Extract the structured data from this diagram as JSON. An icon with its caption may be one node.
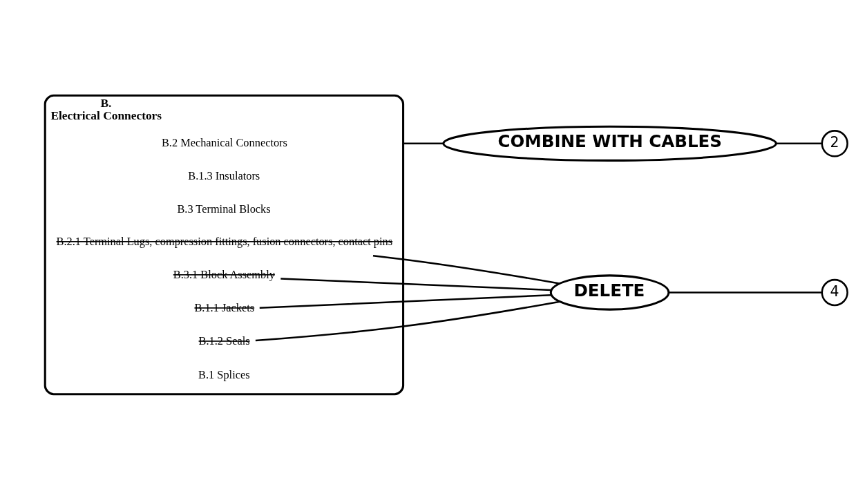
{
  "diagram": {
    "nodes": [
      {
        "text": [
          "B.",
          "Electrical Connectors"
        ]
      },
      {
        "text": [
          "B.1 Splices"
        ],
        "in": 0
      },
      {
        "text": [
          "B.1.1 Jackets"
        ],
        "in": 0
      },
      {
        "text": [
          "B.1.2 Seals"
        ],
        "in": 0
      },
      {
        "text": [
          "B.1.3 Insulators"
        ],
        "in": 0
      },
      {
        "text": [
          "B.2 Mechanical Connectors"
        ],
        "in": 0
      },
      {
        "text": [
          "B.2.1 Terminal Lugs, compression fittings, fusion connectors, contact pins"
        ],
        "in": 0
      },
      {
        "text": [
          "B.3 Terminal Blocks"
        ],
        "in": 0
      },
      {
        "text": [
          "B.3.1 Block Assembly"
        ],
        "in": 0
      },
      {
        "text": [
          "DELETE"
        ]
      },
      {
        "text": [
          "4"
        ]
      },
      {
        "text": [
          "COMBINE WITH CABLES"
        ]
      },
      {
        "text": [
          "2"
        ]
      }
    ],
    "edges": [
      {
        "from": 2,
        "to": 9,
        "arrow": "none"
      },
      {
        "from": 3,
        "to": 9,
        "arrow": "none"
      },
      {
        "from": 9,
        "to": 10,
        "arrow": "none"
      },
      {
        "from": 9,
        "to": 6,
        "arrow": "none"
      },
      {
        "from": 8,
        "to": 9,
        "arrow": "none"
      },
      {
        "from": 0,
        "to": 11,
        "arrow": "none"
      },
      {
        "from": 11,
        "to": 12,
        "arrow": "none"
      }
    ]
  }
}
